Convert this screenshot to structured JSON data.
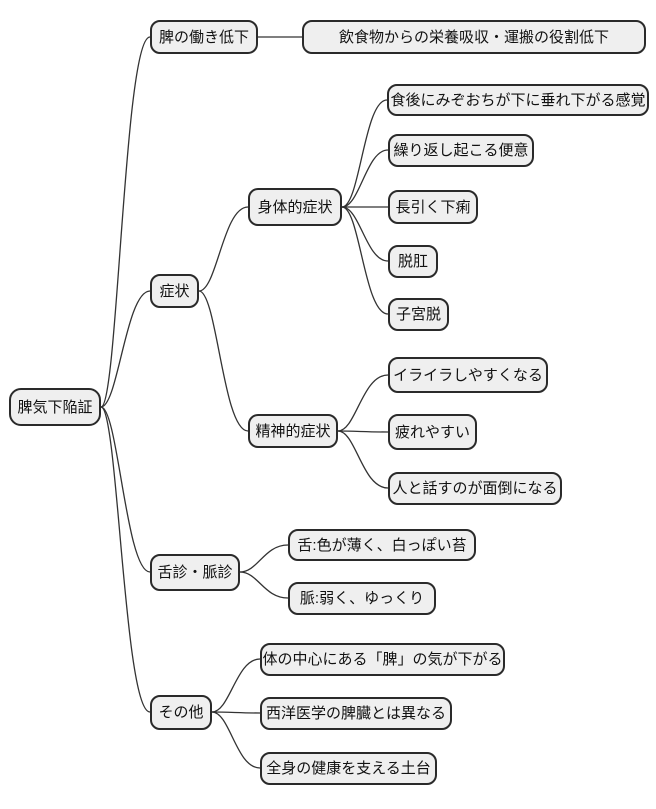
{
  "diagram": {
    "type": "mindmap",
    "root": {
      "label": "脾気下陥証"
    },
    "branches": [
      {
        "label": "脾の働き低下",
        "children": [
          {
            "label": "飲食物からの栄養吸収・運搬の役割低下"
          }
        ]
      },
      {
        "label": "症状",
        "children": [
          {
            "label": "身体的症状",
            "children": [
              {
                "label": "食後にみぞおちが下に垂れ下がる感覚"
              },
              {
                "label": "繰り返し起こる便意"
              },
              {
                "label": "長引く下痢"
              },
              {
                "label": "脱肛"
              },
              {
                "label": "子宮脱"
              }
            ]
          },
          {
            "label": "精神的症状",
            "children": [
              {
                "label": "イライラしやすくなる"
              },
              {
                "label": "疲れやすい"
              },
              {
                "label": "人と話すのが面倒になる"
              }
            ]
          }
        ]
      },
      {
        "label": "舌診・脈診",
        "children": [
          {
            "label": "舌:色が薄く、白っぽい苔"
          },
          {
            "label": "脈:弱く、ゆっくり"
          }
        ]
      },
      {
        "label": "その他",
        "children": [
          {
            "label": "体の中心にある「脾」の気が下がる"
          },
          {
            "label": "西洋医学の脾臓とは異なる"
          },
          {
            "label": "全身の健康を支える土台"
          }
        ]
      }
    ],
    "colors": {
      "background": "#ffffff",
      "node_fill": "#efefef",
      "node_border": "#2a2a2a",
      "edge": "#333333",
      "text": "#111111"
    }
  }
}
